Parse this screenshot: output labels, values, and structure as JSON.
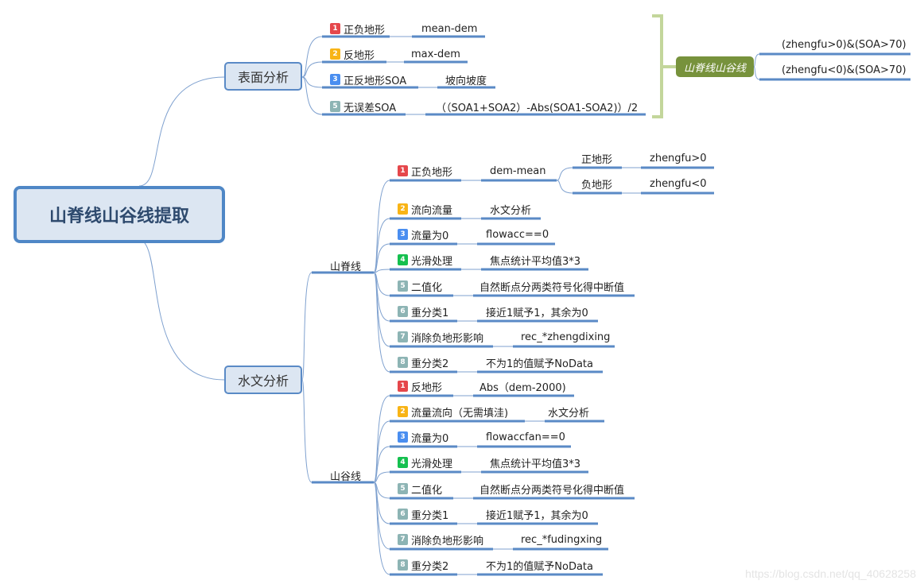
{
  "colors": {
    "line": "#5a8ac6",
    "thin_line": "#7fa1cf",
    "bracket": "#c3d69b",
    "badge_red": "#e5474b",
    "badge_orange": "#f8b416",
    "badge_blue": "#4a8ef0",
    "badge_green": "#15c04f",
    "badge_gray": "#8db4b4"
  },
  "root": {
    "label": "山脊线山谷线提取"
  },
  "surface": {
    "label": "表面分析",
    "items": [
      {
        "badge": "1",
        "badge_color": "badge_red",
        "name": "正负地形",
        "value": "mean-dem"
      },
      {
        "badge": "2",
        "badge_color": "badge_orange",
        "name": "反地形",
        "value": "max-dem"
      },
      {
        "badge": "3",
        "badge_color": "badge_blue",
        "name": "正反地形SOA",
        "value": "坡向坡度"
      },
      {
        "badge": "5",
        "badge_color": "badge_gray",
        "name": "无误差SOA",
        "value": "（（SOA1+SOA2）-Abs(SOA1-SOA2)）/2"
      }
    ],
    "summary": {
      "label": "山脊线山谷线",
      "conditions": [
        "(zhengfu>0)&(SOA>70)",
        "(zhengfu<0)&(SOA>70)"
      ]
    }
  },
  "hydro": {
    "label": "水文分析",
    "ridge": {
      "label": "山脊线",
      "items": [
        {
          "badge": "1",
          "badge_color": "badge_red",
          "name": "正负地形",
          "value": "dem-mean",
          "children": [
            {
              "name": "正地形",
              "value": "zhengfu>0"
            },
            {
              "name": "负地形",
              "value": "zhengfu<0"
            }
          ]
        },
        {
          "badge": "2",
          "badge_color": "badge_orange",
          "name": "流向流量",
          "value": "水文分析"
        },
        {
          "badge": "3",
          "badge_color": "badge_blue",
          "name": "流量为0",
          "value": "flowacc==0"
        },
        {
          "badge": "4",
          "badge_color": "badge_green",
          "name": "光滑处理",
          "value": "焦点统计平均值3*3"
        },
        {
          "badge": "5",
          "badge_color": "badge_gray",
          "name": "二值化",
          "value": "自然断点分两类符号化得中断值"
        },
        {
          "badge": "6",
          "badge_color": "badge_gray",
          "name": "重分类1",
          "value": "接近1赋予1，其余为0"
        },
        {
          "badge": "7",
          "badge_color": "badge_gray",
          "name": "消除负地形影响",
          "value": "rec_*zhengdixing"
        },
        {
          "badge": "8",
          "badge_color": "badge_gray",
          "name": "重分类2",
          "value": "不为1的值赋予NoData"
        }
      ]
    },
    "valley": {
      "label": "山谷线",
      "items": [
        {
          "badge": "1",
          "badge_color": "badge_red",
          "name": "反地形",
          "value": "Abs（dem-2000)"
        },
        {
          "badge": "2",
          "badge_color": "badge_orange",
          "name": "流量流向（无需填洼)",
          "value": "水文分析"
        },
        {
          "badge": "3",
          "badge_color": "badge_blue",
          "name": "流量为0",
          "value": "flowaccfan==0"
        },
        {
          "badge": "4",
          "badge_color": "badge_green",
          "name": "光滑处理",
          "value": "焦点统计平均值3*3"
        },
        {
          "badge": "5",
          "badge_color": "badge_gray",
          "name": "二值化",
          "value": "自然断点分两类符号化得中断值"
        },
        {
          "badge": "6",
          "badge_color": "badge_gray",
          "name": "重分类1",
          "value": "接近1赋予1，其余为0"
        },
        {
          "badge": "7",
          "badge_color": "badge_gray",
          "name": "消除负地形影响",
          "value": "rec_*fudingxing"
        },
        {
          "badge": "8",
          "badge_color": "badge_gray",
          "name": "重分类2",
          "value": "不为1的值赋予NoData"
        }
      ]
    }
  },
  "watermark": "https://blog.csdn.net/qq_40628258"
}
